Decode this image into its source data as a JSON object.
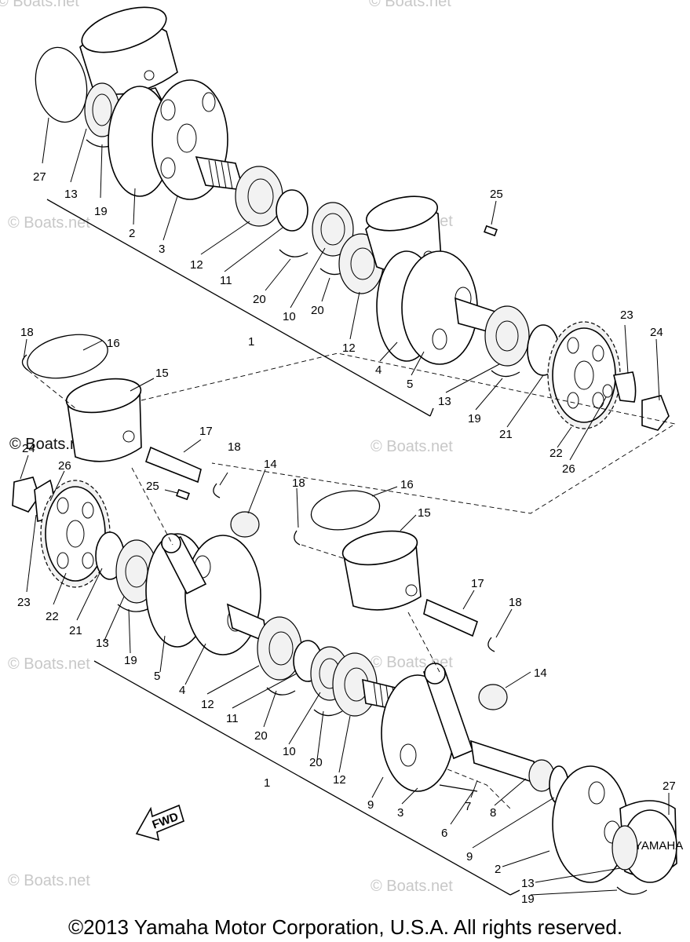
{
  "watermarks": [
    "© Boats.net",
    "© Boats.net",
    "© Boats.net",
    "© Boats.net",
    "© Boats.net",
    "© Boats.net",
    "© Boats.net",
    "© Boats.net",
    "© Boats.net",
    "© Boats.net"
  ],
  "dark_watermark": "© Boats.net",
  "fwd_label": "FWD",
  "piston_marking": "YAMAHA",
  "copyright": "©2013 Yamaha Motor Corporation, U.S.A. All rights reserved.",
  "callouts": [
    "27",
    "13",
    "19",
    "2",
    "3",
    "12",
    "11",
    "20",
    "10",
    "20",
    "12",
    "25",
    "1",
    "4",
    "5",
    "13",
    "19",
    "21",
    "22",
    "23",
    "24",
    "26",
    "18",
    "16",
    "15",
    "17",
    "18",
    "14",
    "24",
    "26",
    "25",
    "23",
    "22",
    "21",
    "13",
    "19",
    "5",
    "4",
    "12",
    "11",
    "20",
    "10",
    "20",
    "12",
    "18",
    "16",
    "15",
    "17",
    "18",
    "14",
    "9",
    "3",
    "1",
    "7",
    "8",
    "6",
    "9",
    "2",
    "27",
    "13",
    "19"
  ]
}
